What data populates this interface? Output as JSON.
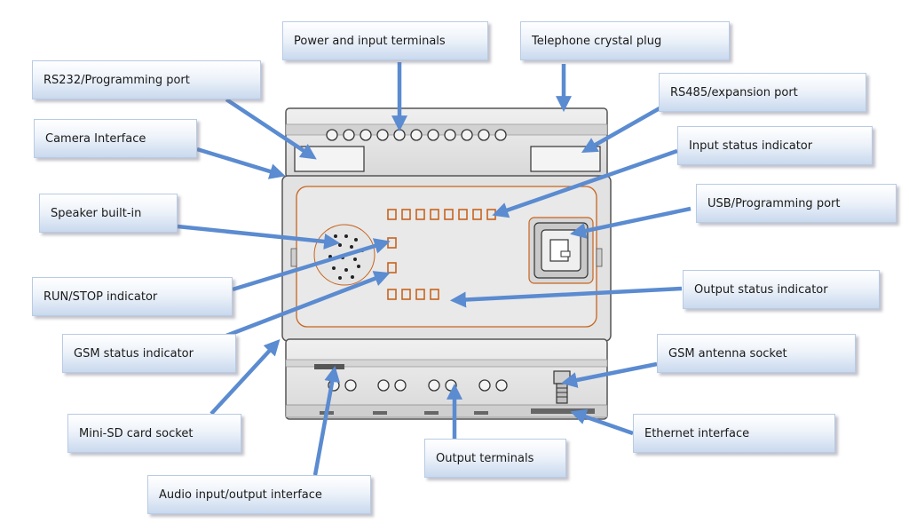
{
  "labels": {
    "power_input_terminals": "Power and input terminals",
    "telephone_crystal_plug": "Telephone crystal plug",
    "rs232_programming_port": "RS232/Programming port",
    "rs485_expansion_port": "RS485/expansion port",
    "camera_interface": "Camera Interface",
    "input_status_indicator": "Input status indicator",
    "speaker_built_in": "Speaker built-in",
    "usb_programming_port": "USB/Programming port",
    "run_stop_indicator": "RUN/STOP indicator",
    "output_status_indicator": "Output status indicator",
    "gsm_status_indicator": "GSM status indicator",
    "gsm_antenna_socket": "GSM antenna socket",
    "mini_sd_card_socket": "Mini-SD card socket",
    "ethernet_interface": "Ethernet interface",
    "output_terminals": "Output terminals",
    "audio_io_interface": "Audio input/output interface"
  },
  "colors": {
    "arrow": "#5b8bd0",
    "device_body": "#e7e7e7",
    "device_outline": "#555555",
    "led_orange": "#c8641e",
    "label_border": "#b9cbe4"
  }
}
